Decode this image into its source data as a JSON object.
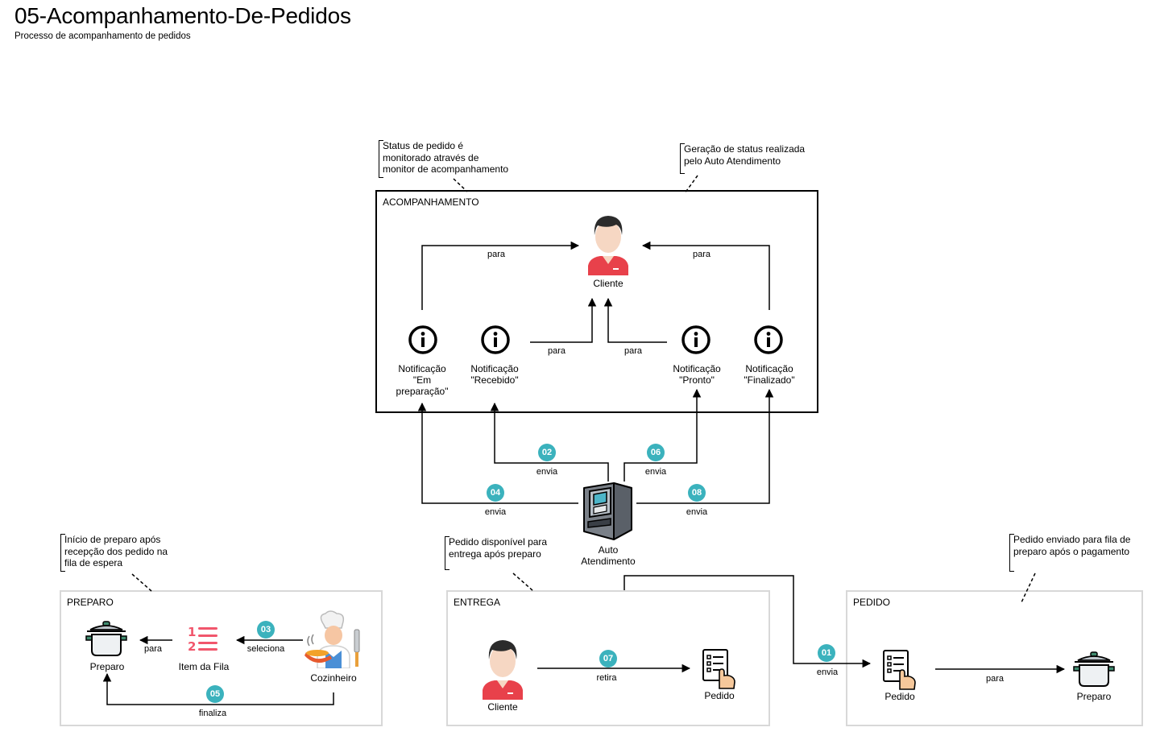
{
  "header": {
    "title": "05-Acompanhamento-De-Pedidos",
    "subtitle": "Processo de acompanhamento de pedidos"
  },
  "groups": {
    "acompanhamento": "ACOMPANHAMENTO",
    "preparo": "PREPARO",
    "entrega": "ENTREGA",
    "pedido": "PEDIDO"
  },
  "notes": {
    "acompanhamento_status": "Status de pedido é\nmonitorado através de\nmonitor de acompanhamento",
    "geracao_status": "Geração de status realizada\npelo Auto Atendimento",
    "inicio_preparo": "Início de preparo após\nrecepção dos pedido na\nfila de espera",
    "pedido_disponivel": "Pedido disponível para\nentrega após preparo",
    "pedido_enviado": "Pedido enviado para fila de\npreparo após o pagamento"
  },
  "nodes": {
    "cliente_top": "Cliente",
    "notif_em_preparacao": "Notificação\n\"Em\npreparação\"",
    "notif_recebido": "Notificação\n\"Recebido\"",
    "notif_pronto": "Notificação\n\"Pronto\"",
    "notif_finalizado": "Notificação\n\"Finalizado\"",
    "auto_atendimento": "Auto\nAtendimento",
    "preparo_left": "Preparo",
    "item_da_fila": "Item da Fila",
    "cozinheiro": "Cozinheiro",
    "cliente_entrega": "Cliente",
    "pedido_entrega": "Pedido",
    "pedido_right": "Pedido",
    "preparo_right": "Preparo"
  },
  "edges": {
    "para_1": "para",
    "para_2": "para",
    "para_3": "para",
    "para_4": "para",
    "envia_02": "envia",
    "envia_06": "envia",
    "envia_04": "envia",
    "envia_08": "envia",
    "para_preparo_left": "para",
    "seleciona": "seleciona",
    "finaliza": "finaliza",
    "retira": "retira",
    "envia_01": "envia",
    "para_preparo_right": "para"
  },
  "badges": {
    "b01": "01",
    "b02": "02",
    "b03": "03",
    "b04": "04",
    "b05": "05",
    "b06": "06",
    "b07": "07",
    "b08": "08"
  },
  "icons": {
    "person": "person-icon",
    "info": "info-icon",
    "kiosk": "kiosk-icon",
    "pot": "cooking-pot-icon",
    "list": "numbered-list-icon",
    "chef": "chef-icon",
    "order": "order-checklist-icon"
  },
  "colors": {
    "badge": "#3bb2bd",
    "person_shirt": "#e8414b",
    "group_border_light": "#d8d8d8"
  }
}
